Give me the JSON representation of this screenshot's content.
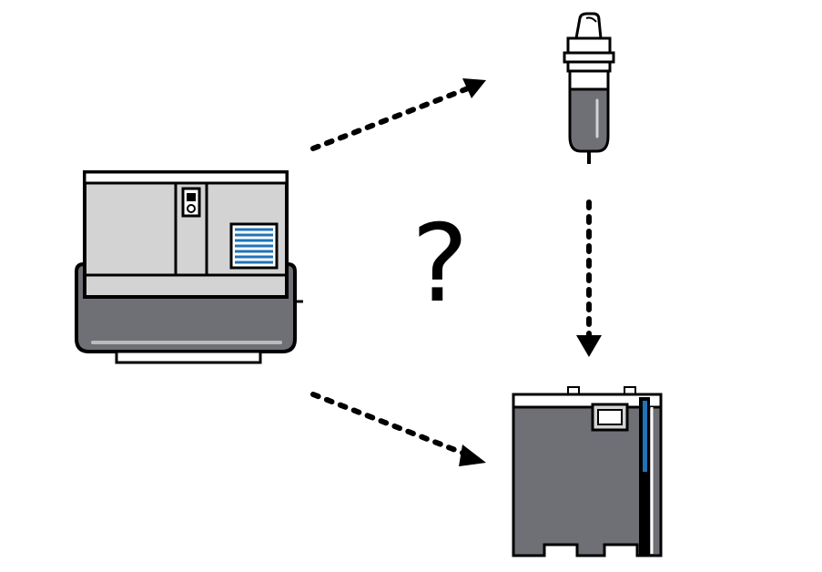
{
  "diagram": {
    "question_mark": "?",
    "colors": {
      "outline": "#000000",
      "light_gray": "#d3d3d3",
      "dark_gray": "#6f6f76",
      "accent_blue": "#1f73b7",
      "white": "#ffffff"
    },
    "icons": {
      "compressor": "air-compressor-icon",
      "filter": "inline-filter-icon",
      "tank": "collection-tank-icon"
    },
    "connections": [
      {
        "from": "air-compressor-icon",
        "to": "inline-filter-icon",
        "style": "dotted-arrow"
      },
      {
        "from": "inline-filter-icon",
        "to": "collection-tank-icon",
        "style": "dotted-arrow"
      },
      {
        "from": "air-compressor-icon",
        "to": "collection-tank-icon",
        "style": "dotted-arrow"
      }
    ]
  }
}
